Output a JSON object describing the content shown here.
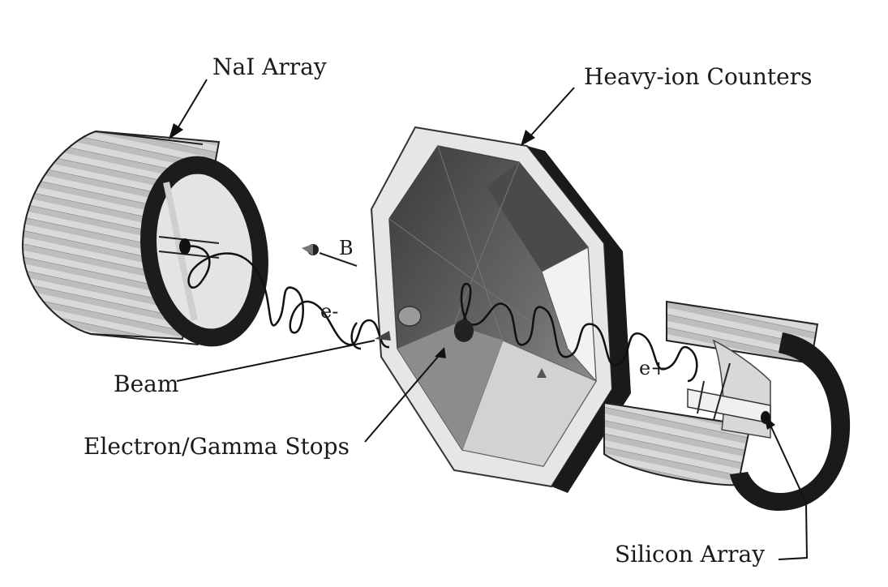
{
  "labels": {
    "nai_array": "NaI Array",
    "heavy_ion": "Heavy-ion Counters",
    "b_field": "B",
    "electron": "e-",
    "positron": "e+",
    "beam": "Beam",
    "stops": "Electron/Gamma Stops",
    "silicon": "Silicon Array"
  }
}
